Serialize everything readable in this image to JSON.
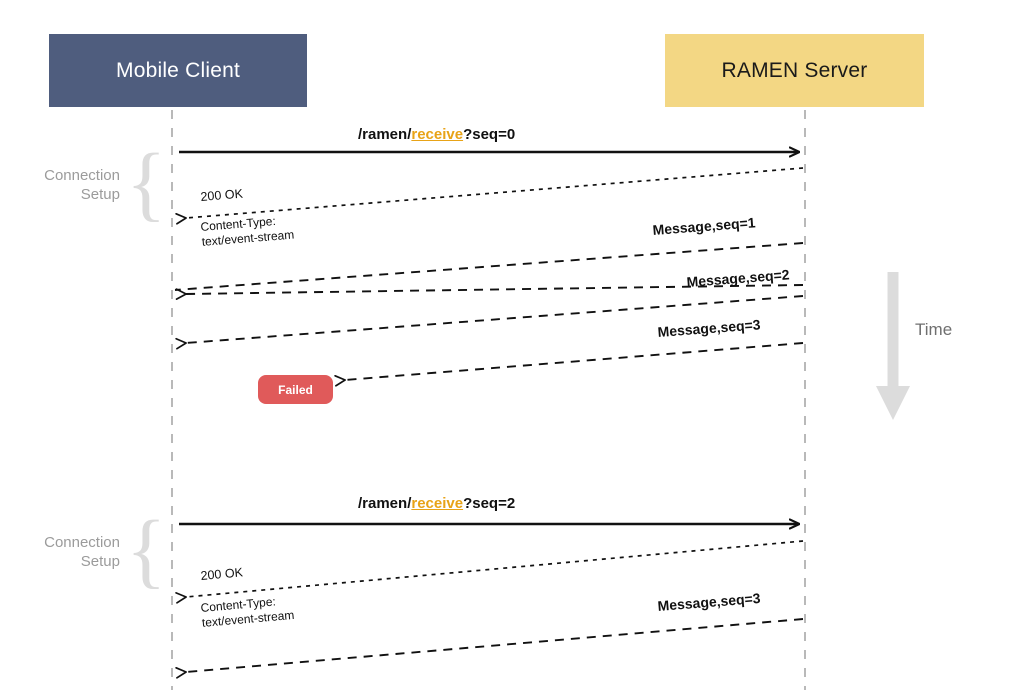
{
  "diagram": {
    "title_actors": {
      "client": "Mobile Client",
      "server": "RAMEN Server"
    },
    "time_axis": {
      "label": "Time",
      "direction": "down",
      "color": "#dcdcdc"
    },
    "colors": {
      "client_box": "#4F5D7E",
      "server_box": "#F3D784",
      "failed_badge": "#E05A5A",
      "highlight_text": "#E8A317",
      "bracket_gray": "#dcdcdc",
      "label_gray": "#9b9b9b"
    },
    "brackets": [
      {
        "label_line1": "Connection",
        "label_line2": "Setup",
        "glyph": "{"
      },
      {
        "label_line1": "Connection",
        "label_line2": "Setup",
        "glyph": "{"
      }
    ],
    "messages": [
      {
        "kind": "request",
        "direction": "client-to-server",
        "style": "solid",
        "prefix": "/ramen/",
        "highlight": "receive",
        "suffix": "?seq=0"
      },
      {
        "kind": "response",
        "direction": "server-to-client",
        "style": "dotted",
        "status": "200 OK",
        "header_line1": "Content-Type:",
        "header_line2": "text/event-stream"
      },
      {
        "kind": "event",
        "direction": "server-to-client",
        "style": "dashed",
        "label": "Message,seq=1",
        "delivered": false
      },
      {
        "kind": "event",
        "direction": "server-to-client",
        "style": "dashed",
        "label": "Message,seq=2",
        "delivered": true
      },
      {
        "kind": "event",
        "direction": "server-to-client",
        "style": "dashed",
        "label": "Message,seq=3",
        "delivered": true
      },
      {
        "kind": "failure",
        "direction": "server-to-client",
        "style": "dashed",
        "badge": "Failed"
      },
      {
        "kind": "request",
        "direction": "client-to-server",
        "style": "solid",
        "prefix": "/ramen/",
        "highlight": "receive",
        "suffix": "?seq=2"
      },
      {
        "kind": "response",
        "direction": "server-to-client",
        "style": "dotted",
        "status": "200 OK",
        "header_line1": "Content-Type:",
        "header_line2": "text/event-stream"
      },
      {
        "kind": "event",
        "direction": "server-to-client",
        "style": "dashed",
        "label": "Message,seq=3",
        "delivered": true
      }
    ],
    "labels": {
      "req1_prefix": "/ramen/",
      "req1_hl": "receive",
      "req1_suffix": "?seq=0",
      "req2_prefix": "/ramen/",
      "req2_hl": "receive",
      "req2_suffix": "?seq=2",
      "status_ok_1": "200 OK",
      "ct_1a": "Content-Type:",
      "ct_1b": "text/event-stream",
      "status_ok_2": "200 OK",
      "ct_2a": "Content-Type:",
      "ct_2b": "text/event-stream",
      "msg_seq1": "Message,seq=1",
      "msg_seq2": "Message,seq=2",
      "msg_seq3": "Message,seq=3",
      "msg_seq3b": "Message,seq=3",
      "failed": "Failed",
      "time": "Time",
      "conn_setup_a1": "Connection",
      "conn_setup_a2": "Setup",
      "conn_setup_b1": "Connection",
      "conn_setup_b2": "Setup",
      "brace_glyph_a": "{",
      "brace_glyph_b": "{"
    }
  }
}
